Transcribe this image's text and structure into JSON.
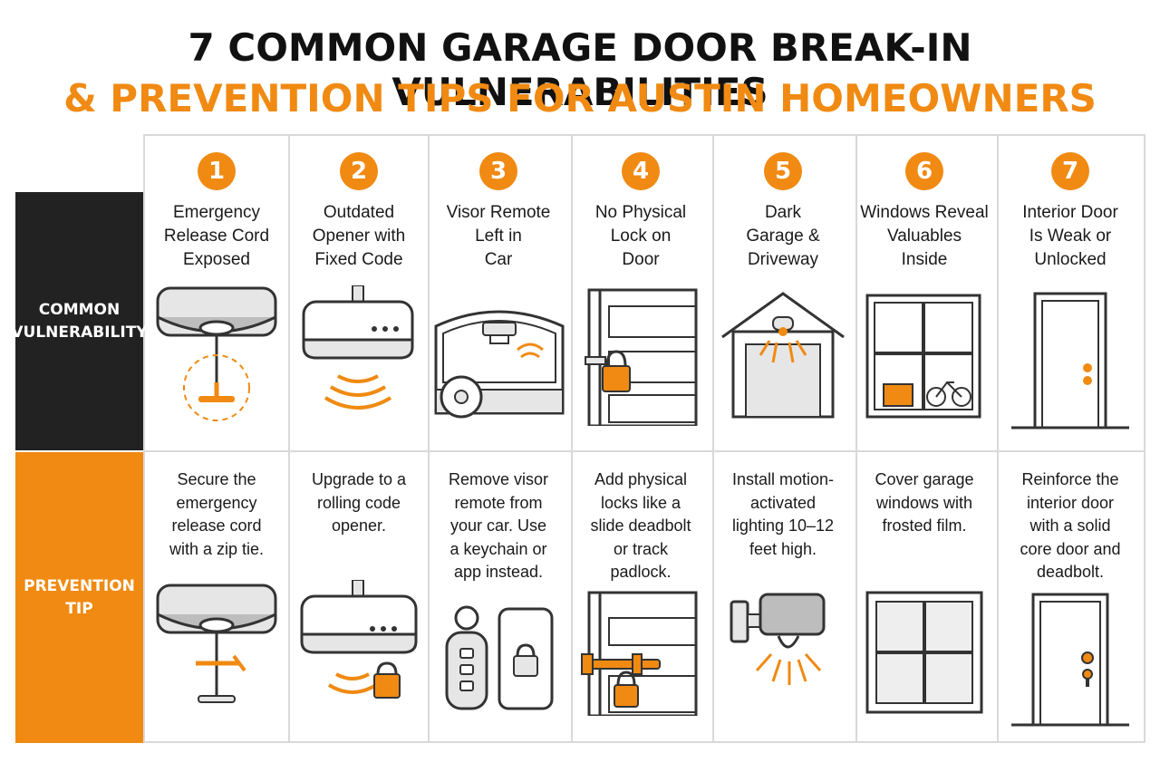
{
  "title_line1": "7 COMMON GARAGE DOOR BREAK-IN VULNERABILITIES",
  "title_line2": "& PREVENTION TIPS FOR AUSTIN HOMEOWNERS",
  "colors": {
    "accent": "#f08a12",
    "dark": "#222222",
    "text": "#1a1a1a",
    "grid": "#d9d9d9",
    "illustration_gray": "#e6e6e6"
  },
  "rows": {
    "vulnerability_label": "COMMON\nVULNERABILITY",
    "prevention_label": "PREVENTION\nTIP"
  },
  "columns": [
    {
      "number": "1",
      "vulnerability": "Emergency\nRelease Cord\nExposed",
      "prevention": "Secure the\nemergency\nrelease cord\nwith a zip tie.",
      "vuln_icon": "garage-opener-release-cord-icon",
      "prev_icon": "release-cord-zip-tie-icon"
    },
    {
      "number": "2",
      "vulnerability": "Outdated\nOpener with\nFixed Code",
      "prevention": "Upgrade to a\nrolling code\nopener.",
      "vuln_icon": "opener-signal-icon",
      "prev_icon": "opener-signal-lock-icon"
    },
    {
      "number": "3",
      "vulnerability": "Visor Remote\nLeft in\nCar",
      "prevention": "Remove visor\nremote from\nyour car. Use\na keychain or\napp instead.",
      "vuln_icon": "car-interior-remote-icon",
      "prev_icon": "keyfob-phone-app-icon"
    },
    {
      "number": "4",
      "vulnerability": "No Physical\nLock on\nDoor",
      "prevention": "Add physical\nlocks like a\nslide deadbolt\nor track\npadlock.",
      "vuln_icon": "door-track-padlock-icon",
      "prev_icon": "slide-deadbolt-padlock-icon"
    },
    {
      "number": "5",
      "vulnerability": "Dark\nGarage &\nDriveway",
      "prevention": "Install motion-\nactivated\nlighting 10–12\nfeet high.",
      "vuln_icon": "garage-light-icon",
      "prev_icon": "motion-light-icon"
    },
    {
      "number": "6",
      "vulnerability": "Windows Reveal\nValuables\nInside",
      "prevention": "Cover garage\nwindows with\nfrosted film.",
      "vuln_icon": "window-valuables-icon",
      "prev_icon": "frosted-window-icon"
    },
    {
      "number": "7",
      "vulnerability": "Interior Door\nIs Weak or\nUnlocked",
      "prevention": "Reinforce the\ninterior door\nwith a solid\ncore door and\ndeadbolt.",
      "vuln_icon": "interior-door-icon",
      "prev_icon": "deadbolt-door-icon"
    }
  ]
}
